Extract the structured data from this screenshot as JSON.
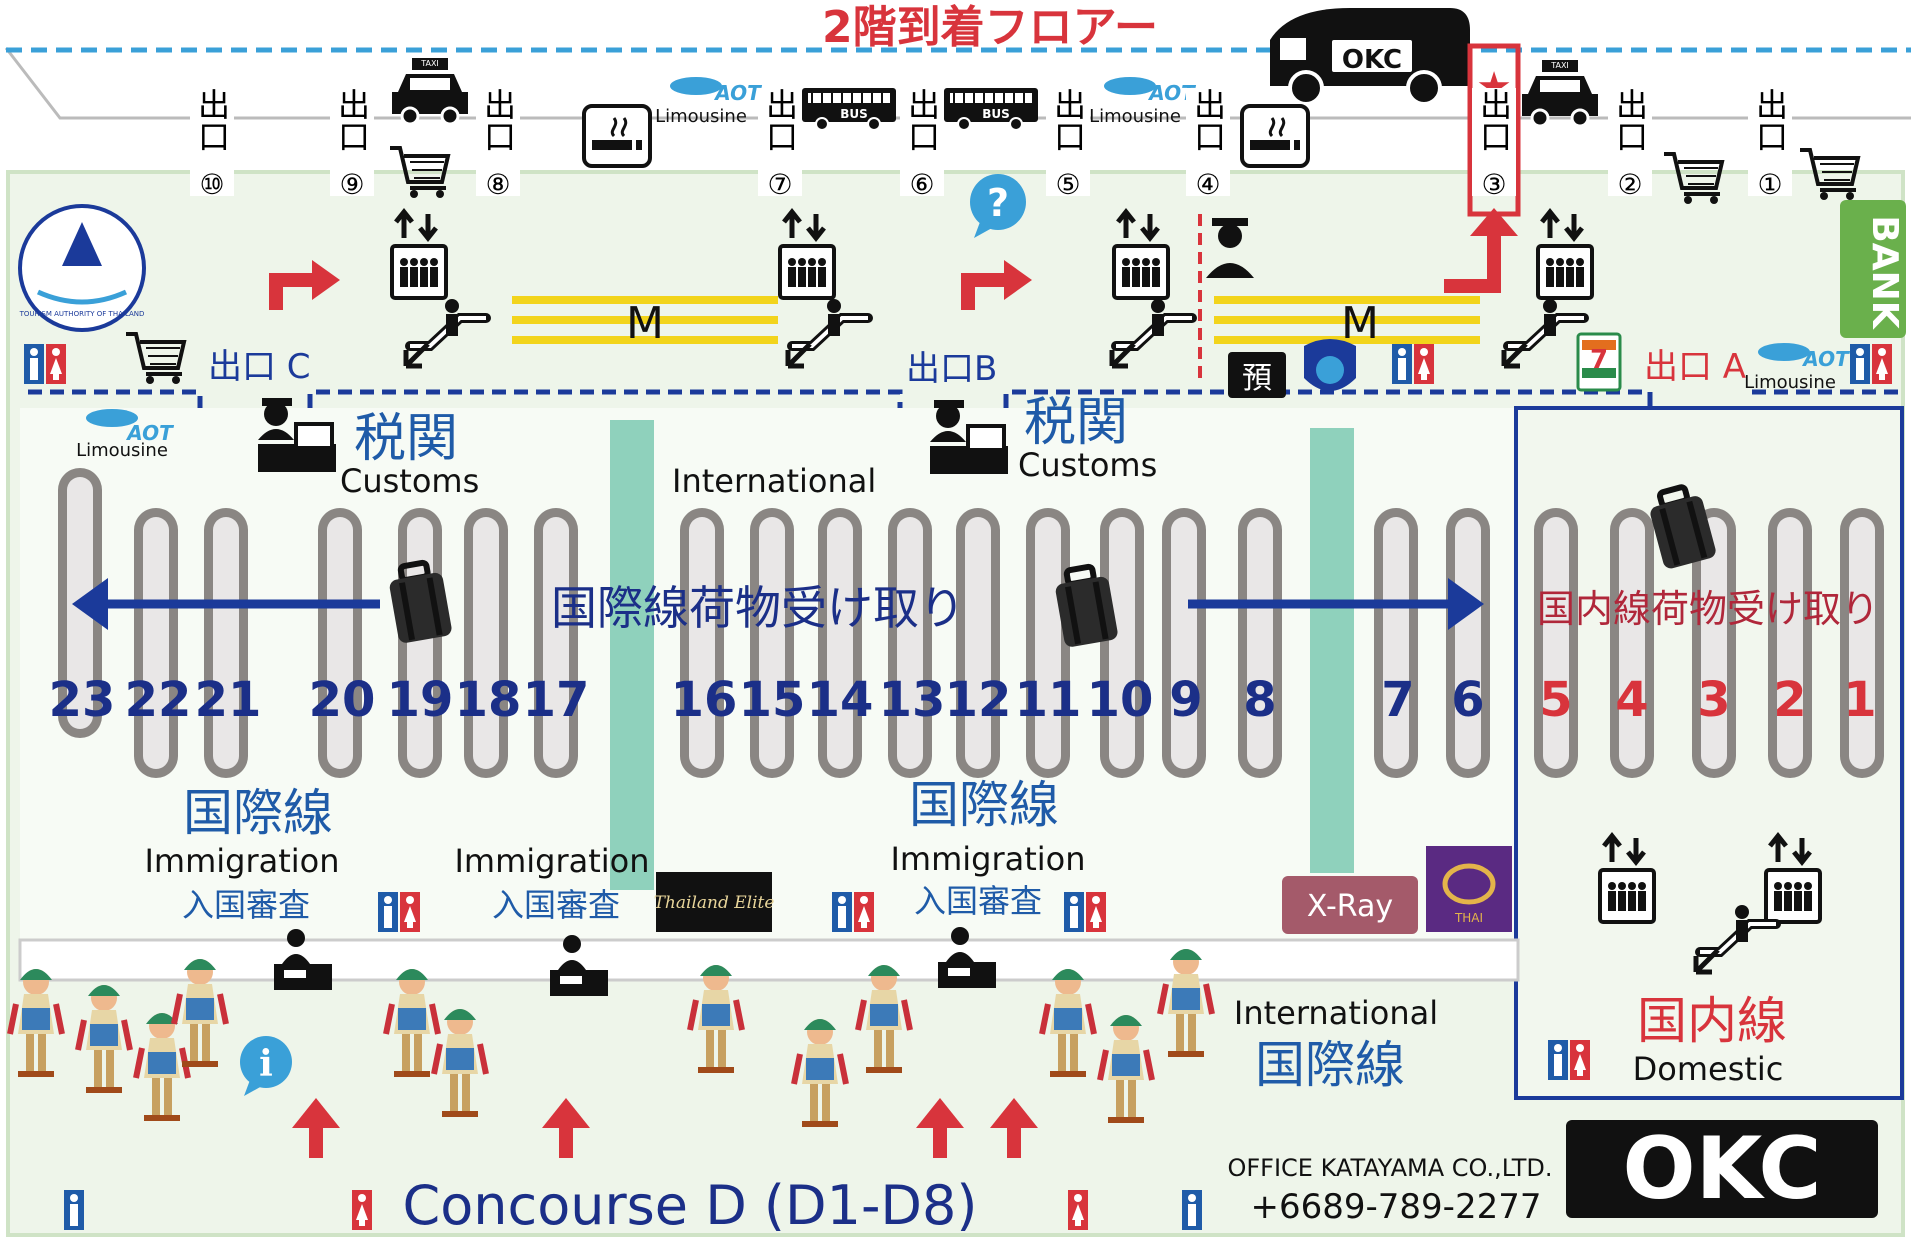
{
  "header": {
    "title": "2階到着フロアー",
    "van_label": "OKC"
  },
  "exits": [
    {
      "label": "出口",
      "num": "⑩"
    },
    {
      "label": "出口",
      "num": "⑨"
    },
    {
      "label": "出口",
      "num": "⑧"
    },
    {
      "label": "出口",
      "num": "⑦"
    },
    {
      "label": "出口",
      "num": "⑥"
    },
    {
      "label": "出口",
      "num": "⑤"
    },
    {
      "label": "出口",
      "num": "④"
    },
    {
      "label": "出口",
      "num": "③"
    },
    {
      "label": "出口",
      "num": "②"
    },
    {
      "label": "出口",
      "num": "①"
    }
  ],
  "aot": {
    "brand": "AOT",
    "sub": "Limousine"
  },
  "taxi_label": "TAXI",
  "bus_label": "BUS",
  "gates": {
    "a": "出口 A",
    "b": "出口B",
    "c": "出口 C"
  },
  "mezzanine": "M",
  "bank": "BANK",
  "seven": "7-ELEVEN",
  "left_org_logo": "TOURISM AUTHORITY OF THAILAND",
  "baggage_icon_label": "預",
  "customs": {
    "jp": "税関",
    "en": "Customs"
  },
  "international_en": "International",
  "baggage_claim_intl": "国際線荷物受け取り",
  "baggage_claim_dom": "国内線荷物受け取り",
  "carousels_intl": [
    "23",
    "22",
    "21",
    "20",
    "19",
    "18",
    "17",
    "16",
    "15",
    "14",
    "13",
    "12",
    "11",
    "10",
    "9",
    "8",
    "7",
    "6"
  ],
  "carousels_dom": [
    "5",
    "4",
    "3",
    "2",
    "1"
  ],
  "intl_jp": "国際線",
  "immigration": {
    "en": "Immigration",
    "jp": "入国審査"
  },
  "thailand_elite": "Thailand Elite",
  "xray": "X-Ray",
  "thai_logo": "THAI",
  "domestic": {
    "jp": "国内線",
    "en": "Domestic"
  },
  "concourse": "Concourse D (D1-D8)",
  "company": {
    "name": "OFFICE KATAYAMA CO.,LTD.",
    "phone": "+6689-789-2277",
    "logo": "OKC"
  },
  "colors": {
    "red": "#d8343c",
    "navy": "#1b2f88",
    "blue": "#1f5ba8",
    "teal": "#8fd1bc",
    "yellow": "#f2d41b",
    "lightbg": "#eef5ea"
  }
}
